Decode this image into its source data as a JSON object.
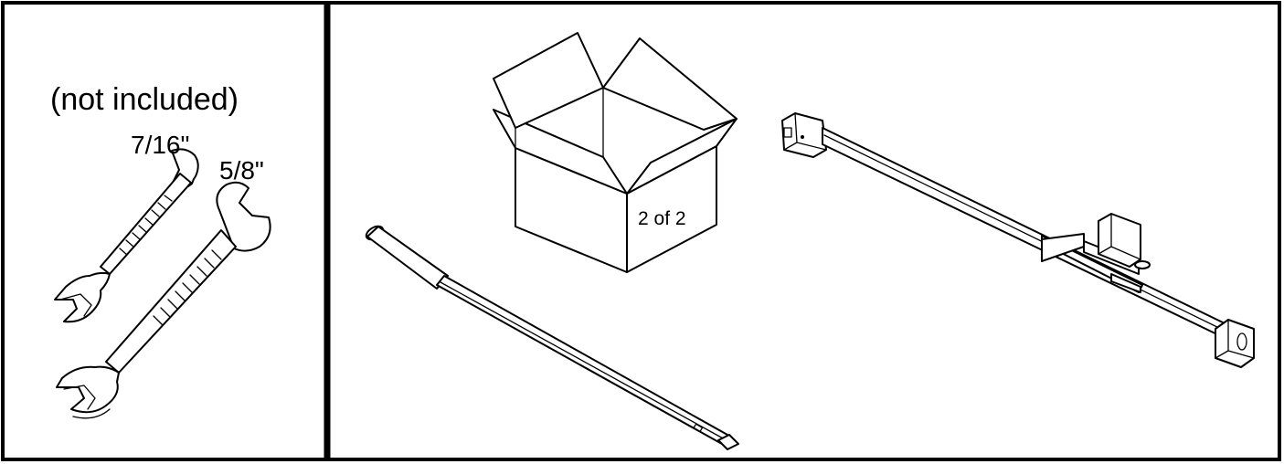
{
  "tools_panel": {
    "note": "(not included)",
    "wrench_small_size": "7/16\"",
    "wrench_large_size": "5/8\""
  },
  "parts_panel": {
    "box_label": "2 of 2"
  },
  "colors": {
    "line": "#000000",
    "background": "#ffffff"
  }
}
